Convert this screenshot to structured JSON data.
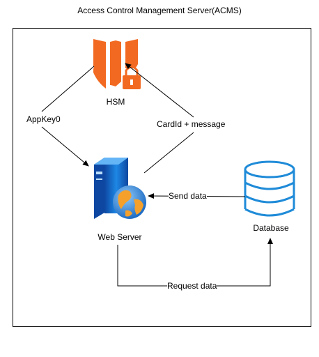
{
  "title": "Access Control Management Server(ACMS)",
  "nodes": {
    "hsm": {
      "label": "HSM",
      "icon": "shield-lock-icon"
    },
    "web_server": {
      "label": "Web Server",
      "icon": "web-server-icon"
    },
    "database": {
      "label": "Database",
      "icon": "database-icon"
    }
  },
  "edges": {
    "appkey": "AppKey0",
    "cardid": "CardId + message",
    "send_data": "Send data",
    "request_data": "Request data"
  },
  "colors": {
    "hsm_orange": "#F26A21",
    "database_blue": "#1F8BD8",
    "server_blue": "#1565C0",
    "line": "#000000"
  }
}
